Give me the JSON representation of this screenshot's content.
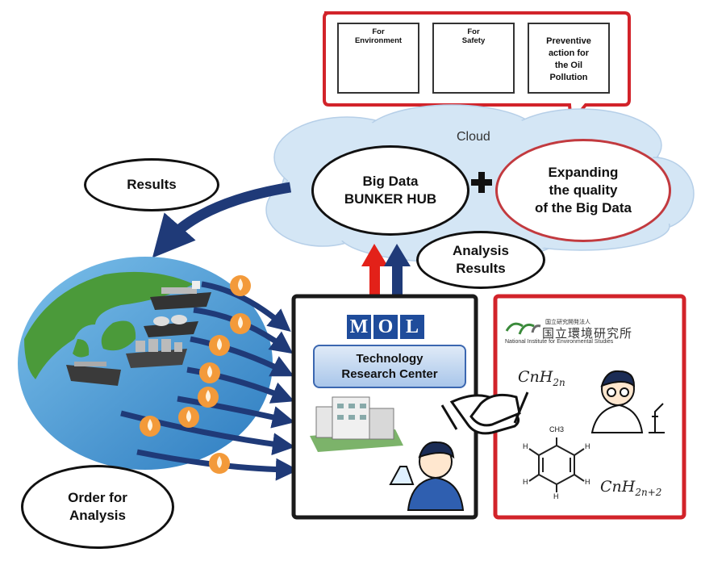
{
  "top_panel": {
    "cards": [
      {
        "label_line1": "For",
        "label_line2": "Environment",
        "icon": "hands-water-icon"
      },
      {
        "label_line1": "For",
        "label_line2": "Safety",
        "icon": "rescue-boat-icon"
      },
      {
        "label_line1": "Preventive",
        "label_line2": "action for",
        "label_line3": "the Oil",
        "label_line4": "Pollution"
      }
    ]
  },
  "cloud": {
    "label": "Cloud",
    "hub_line1": "Big Data",
    "hub_line2": "BUNKER HUB",
    "plus": "+",
    "expand_line1": "Expanding",
    "expand_line2": "the quality",
    "expand_line3": "of the Big Data"
  },
  "results": {
    "label": "Results"
  },
  "analysis_results": {
    "line1": "Analysis",
    "line2": "Results"
  },
  "order": {
    "line1": "Order for",
    "line2": "Analysis"
  },
  "mol": {
    "letters": [
      "M",
      "O",
      "L"
    ],
    "center_line1": "Technology",
    "center_line2": "Research Center"
  },
  "nies": {
    "logo_small": "国立研究開発法人",
    "logo_jp": "国立環境研究所",
    "logo_en": "National Institute for Environmental Studies",
    "formula1": {
      "base": "CnH",
      "sub": "2n"
    },
    "formula2": {
      "base": "CnH",
      "sub": "2n+2"
    },
    "benzene_top": "CH3",
    "benzene_h": "H"
  },
  "colors": {
    "red_frame": "#d2232a",
    "dark_frame": "#1a1a1a",
    "navy_arrow": "#1f3a78",
    "red_arrow": "#e32119",
    "mol_blue": "#1f4c9b",
    "cloud_fill": "#d4e6f5",
    "ocean": "#3f8fd0",
    "land": "#4b9a3a",
    "drop_orange": "#f39a3a"
  }
}
